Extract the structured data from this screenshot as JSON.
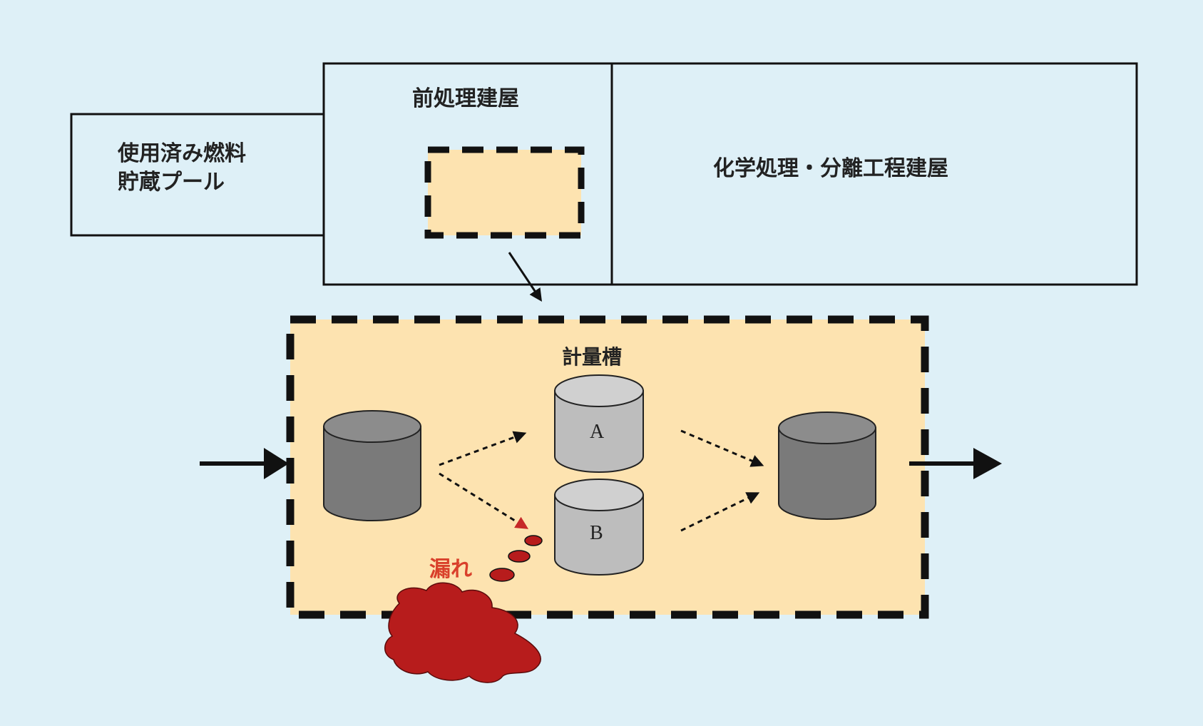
{
  "buildings": {
    "pool": {
      "line1": "使用済み燃料",
      "line2": "貯蔵プール"
    },
    "pretreatment": {
      "label": "前処理建屋"
    },
    "chemical": {
      "label": "化学処理・分離工程建屋"
    }
  },
  "detail": {
    "title": "計量槽",
    "tank_a_label": "A",
    "tank_b_label": "B",
    "leak_label": "漏れ"
  },
  "colors": {
    "background": "#def0f7",
    "highlight_fill": "#fde3b0",
    "tank_dark": "#7a7a7a",
    "tank_light": "#bdbdbd",
    "leak": "#b71c1c",
    "leak_text": "#d9402b"
  }
}
